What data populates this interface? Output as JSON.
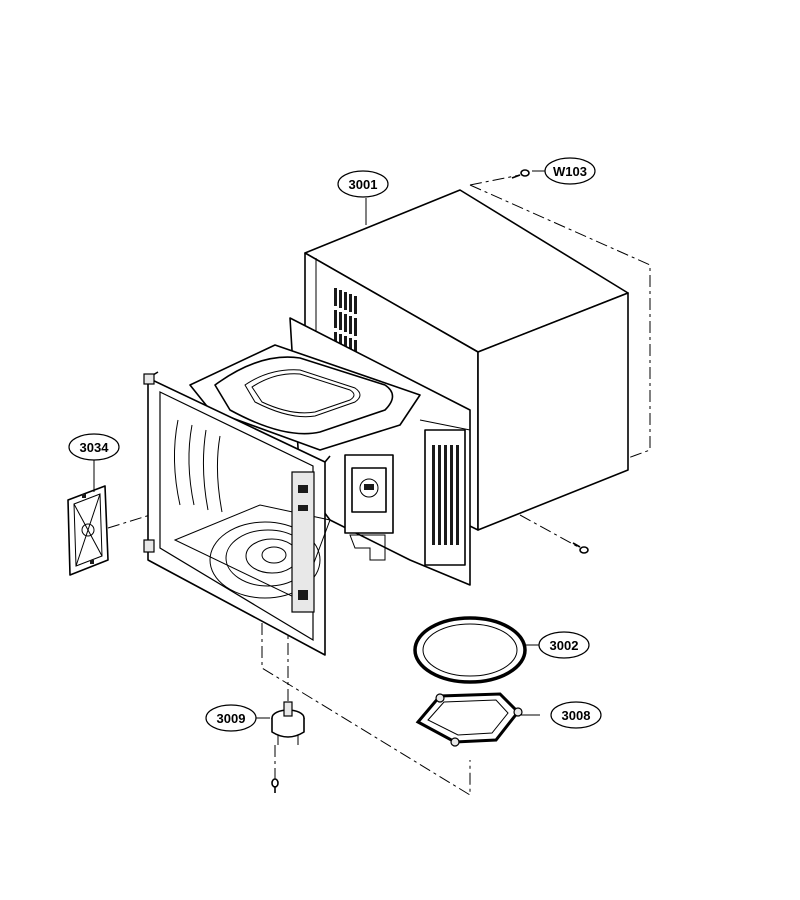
{
  "diagram": {
    "callouts": [
      {
        "id": "w103",
        "label": "W103"
      },
      {
        "id": "3001",
        "label": "3001"
      },
      {
        "id": "3034",
        "label": "3034"
      },
      {
        "id": "3002",
        "label": "3002"
      },
      {
        "id": "3008",
        "label": "3008"
      },
      {
        "id": "3009",
        "label": "3009"
      }
    ]
  }
}
